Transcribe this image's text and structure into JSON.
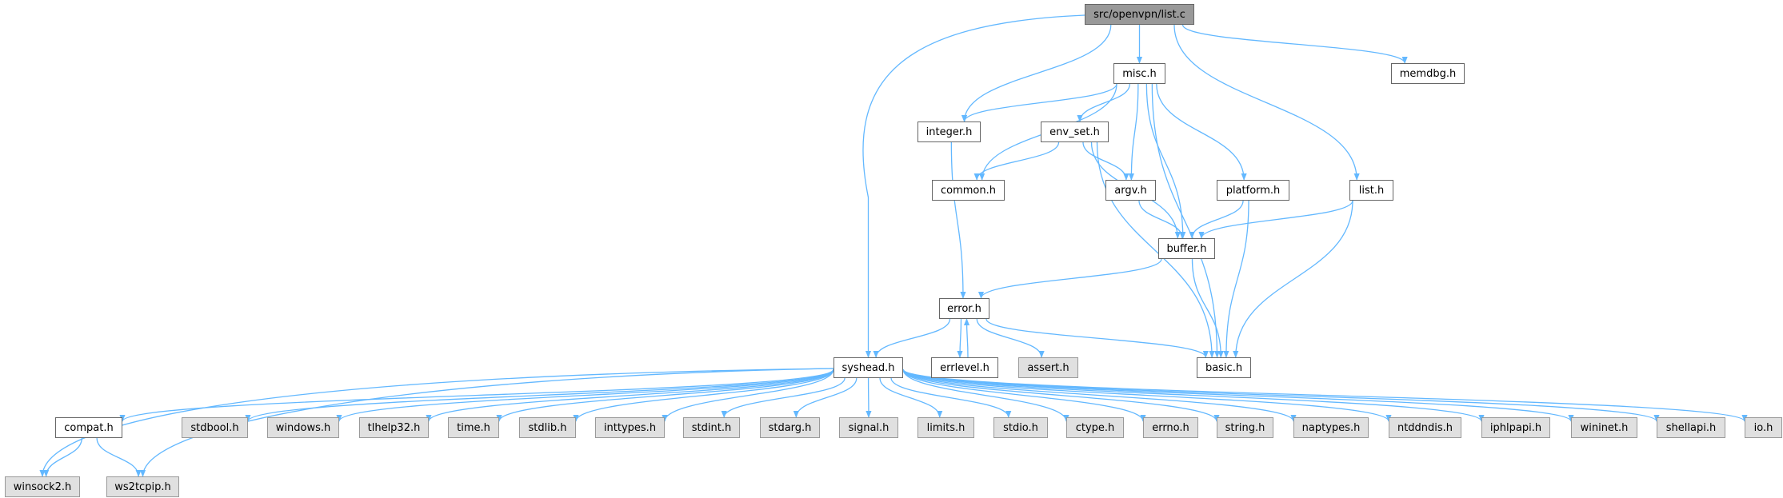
{
  "graph": {
    "edge_color": "#63b8ff",
    "nodes": [
      {
        "id": "list_c",
        "label": "src/openvpn/list.c",
        "kind": "root"
      },
      {
        "id": "misc",
        "label": "misc.h",
        "kind": "local"
      },
      {
        "id": "memdbg",
        "label": "memdbg.h",
        "kind": "local"
      },
      {
        "id": "integer",
        "label": "integer.h",
        "kind": "local"
      },
      {
        "id": "env_set",
        "label": "env_set.h",
        "kind": "local"
      },
      {
        "id": "common",
        "label": "common.h",
        "kind": "local"
      },
      {
        "id": "argv",
        "label": "argv.h",
        "kind": "local"
      },
      {
        "id": "platform",
        "label": "platform.h",
        "kind": "local"
      },
      {
        "id": "list_h",
        "label": "list.h",
        "kind": "local"
      },
      {
        "id": "buffer",
        "label": "buffer.h",
        "kind": "local"
      },
      {
        "id": "error",
        "label": "error.h",
        "kind": "local"
      },
      {
        "id": "syshead",
        "label": "syshead.h",
        "kind": "local"
      },
      {
        "id": "errlevel",
        "label": "errlevel.h",
        "kind": "local"
      },
      {
        "id": "assert",
        "label": "assert.h",
        "kind": "system"
      },
      {
        "id": "basic",
        "label": "basic.h",
        "kind": "local"
      },
      {
        "id": "compat",
        "label": "compat.h",
        "kind": "local"
      },
      {
        "id": "stdbool",
        "label": "stdbool.h",
        "kind": "system"
      },
      {
        "id": "windows",
        "label": "windows.h",
        "kind": "system"
      },
      {
        "id": "tlhelp32",
        "label": "tlhelp32.h",
        "kind": "system"
      },
      {
        "id": "time",
        "label": "time.h",
        "kind": "system"
      },
      {
        "id": "stdlib",
        "label": "stdlib.h",
        "kind": "system"
      },
      {
        "id": "inttypes",
        "label": "inttypes.h",
        "kind": "system"
      },
      {
        "id": "stdint",
        "label": "stdint.h",
        "kind": "system"
      },
      {
        "id": "stdarg",
        "label": "stdarg.h",
        "kind": "system"
      },
      {
        "id": "signal",
        "label": "signal.h",
        "kind": "system"
      },
      {
        "id": "limits",
        "label": "limits.h",
        "kind": "system"
      },
      {
        "id": "stdio",
        "label": "stdio.h",
        "kind": "system"
      },
      {
        "id": "ctype",
        "label": "ctype.h",
        "kind": "system"
      },
      {
        "id": "errno",
        "label": "errno.h",
        "kind": "system"
      },
      {
        "id": "string",
        "label": "string.h",
        "kind": "system"
      },
      {
        "id": "naptypes",
        "label": "naptypes.h",
        "kind": "system"
      },
      {
        "id": "ntddndis",
        "label": "ntddndis.h",
        "kind": "system"
      },
      {
        "id": "iphlpapi",
        "label": "iphlpapi.h",
        "kind": "system"
      },
      {
        "id": "wininet",
        "label": "wininet.h",
        "kind": "system"
      },
      {
        "id": "shellapi",
        "label": "shellapi.h",
        "kind": "system"
      },
      {
        "id": "io",
        "label": "io.h",
        "kind": "system"
      },
      {
        "id": "winsock2",
        "label": "winsock2.h",
        "kind": "system"
      },
      {
        "id": "ws2tcpip",
        "label": "ws2tcpip.h",
        "kind": "system"
      }
    ],
    "edges": [
      [
        "list_c",
        "syshead"
      ],
      [
        "list_c",
        "integer"
      ],
      [
        "list_c",
        "misc"
      ],
      [
        "list_c",
        "list_h"
      ],
      [
        "list_c",
        "memdbg"
      ],
      [
        "misc",
        "integer"
      ],
      [
        "misc",
        "common"
      ],
      [
        "misc",
        "env_set"
      ],
      [
        "misc",
        "argv"
      ],
      [
        "misc",
        "buffer"
      ],
      [
        "misc",
        "platform"
      ],
      [
        "misc",
        "basic"
      ],
      [
        "env_set",
        "common"
      ],
      [
        "env_set",
        "argv"
      ],
      [
        "env_set",
        "buffer"
      ],
      [
        "env_set",
        "basic"
      ],
      [
        "argv",
        "buffer"
      ],
      [
        "platform",
        "buffer"
      ],
      [
        "platform",
        "basic"
      ],
      [
        "list_h",
        "buffer"
      ],
      [
        "list_h",
        "basic"
      ],
      [
        "integer",
        "error"
      ],
      [
        "buffer",
        "error"
      ],
      [
        "buffer",
        "basic"
      ],
      [
        "error",
        "syshead"
      ],
      [
        "error",
        "errlevel"
      ],
      [
        "error",
        "assert"
      ],
      [
        "error",
        "basic"
      ],
      [
        "errlevel",
        "error"
      ],
      [
        "syshead",
        "compat"
      ],
      [
        "syshead",
        "winsock2"
      ],
      [
        "syshead",
        "ws2tcpip"
      ],
      [
        "syshead",
        "stdbool"
      ],
      [
        "syshead",
        "windows"
      ],
      [
        "syshead",
        "tlhelp32"
      ],
      [
        "syshead",
        "time"
      ],
      [
        "syshead",
        "stdlib"
      ],
      [
        "syshead",
        "inttypes"
      ],
      [
        "syshead",
        "stdint"
      ],
      [
        "syshead",
        "stdarg"
      ],
      [
        "syshead",
        "signal"
      ],
      [
        "syshead",
        "limits"
      ],
      [
        "syshead",
        "stdio"
      ],
      [
        "syshead",
        "ctype"
      ],
      [
        "syshead",
        "errno"
      ],
      [
        "syshead",
        "string"
      ],
      [
        "syshead",
        "naptypes"
      ],
      [
        "syshead",
        "ntddndis"
      ],
      [
        "syshead",
        "iphlpapi"
      ],
      [
        "syshead",
        "wininet"
      ],
      [
        "syshead",
        "shellapi"
      ],
      [
        "syshead",
        "io"
      ],
      [
        "compat",
        "winsock2"
      ],
      [
        "compat",
        "ws2tcpip"
      ]
    ]
  }
}
